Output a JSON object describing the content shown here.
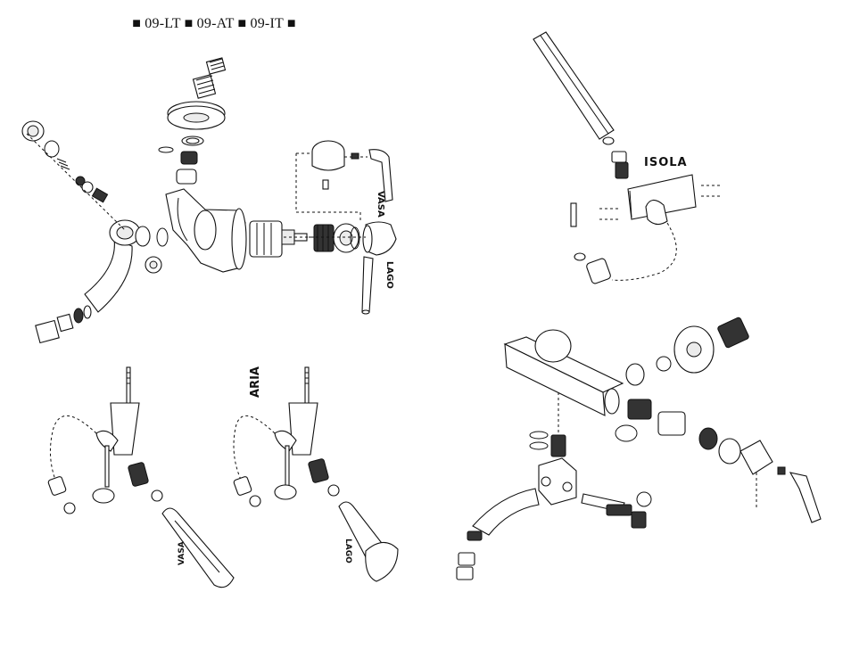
{
  "header": {
    "text": "■ 09-LT ■ 09-AT ■ 09-IT ■"
  },
  "labels": {
    "vasa_top": "VASA",
    "lago_top": "LAGO",
    "isola": "ISOLA",
    "aria_side": "ARIA",
    "vasa_bottom": "VASA",
    "lago_bottom": "LAGO"
  }
}
